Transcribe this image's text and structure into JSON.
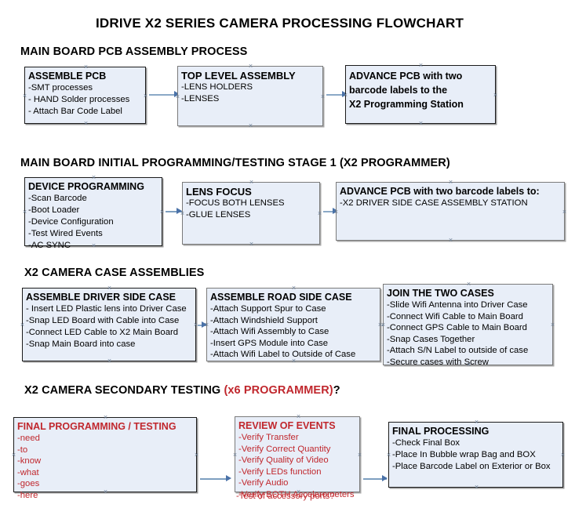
{
  "document": {
    "title": "IDRIVE X2  SERIES CAMERA PROCESSING FLOWCHART",
    "accent_red": "#c0272d",
    "box_fill": "#e8eef8",
    "connector_color": "#8ba9c7"
  },
  "sections": [
    {
      "id": "main-board-pcb-assembly-process",
      "heading": "MAIN BOARD PCB ASSEMBLY PROCESS",
      "heading_suffix": "",
      "boxes": [
        {
          "id": "assemble-pcb",
          "title": "ASSEMBLE PCB",
          "lines": [
            "-SMT processes",
            "- HAND Solder processes",
            "- Attach Bar Code Label"
          ]
        },
        {
          "id": "top-level-assembly",
          "title": "TOP LEVEL ASSEMBLY",
          "lines": [
            "-LENS HOLDERS",
            "-LENSES"
          ]
        },
        {
          "id": "advance-pcb-x2-programming-station",
          "title": "",
          "head_lines": [
            "ADVANCE PCB with two",
            "barcode labels to the",
            " X2 Programming Station"
          ],
          "lines": []
        }
      ]
    },
    {
      "id": "main-board-initial-programming-testing-stage-1",
      "heading": "MAIN BOARD INITIAL PROGRAMMING/TESTING STAGE 1 (X2 PROGRAMMER)",
      "boxes": [
        {
          "id": "device-programming",
          "title": "DEVICE PROGRAMMING",
          "lines": [
            "-Scan Barcode",
            "-Boot Loader",
            "-Device Configuration",
            "-Test Wired Events",
            "-AC SYNC"
          ]
        },
        {
          "id": "lens-focus",
          "title": "LENS FOCUS",
          "lines": [
            "-FOCUS BOTH LENSES",
            "-GLUE LENSES"
          ]
        },
        {
          "id": "advance-pcb-driver-side-case",
          "title": "ADVANCE PCB with two barcode labels to:",
          "lines": [
            "-X2 DRIVER  SIDE  CASE  ASSEMBLY STATION"
          ]
        }
      ]
    },
    {
      "id": "x2-camera-case-assemblies",
      "heading": "X2 CAMERA CASE ASSEMBLIES",
      "boxes": [
        {
          "id": "assemble-driver-side-case",
          "title": "ASSEMBLE DRIVER SIDE CASE",
          "lines": [
            "- Insert LED Plastic lens into Driver Case",
            "-Snap LED Board with Cable into Case",
            "-Connect LED Cable to X2 Main Board",
            "-Snap Main Board into case"
          ]
        },
        {
          "id": "assemble-road-side-case",
          "title": "ASSEMBLE ROAD SIDE CASE",
          "lines": [
            "-Attach Support Spur to Case",
            "-Attach Windshield Support",
            "-Attach Wifi Assembly to Case",
            "-Insert GPS Module into Case",
            "-Attach Wifi Label to Outside of Case"
          ]
        },
        {
          "id": "join-the-two-cases",
          "title": "JOIN THE TWO CASES",
          "lines": [
            "-Slide Wifi Antenna into Driver Case",
            "-Connect Wifi Cable to Main Board",
            "-Connect GPS Cable to Main Board",
            "-Snap Cases Together",
            "-Attach S/N Label to outside of case",
            "-Secure cases with Screw"
          ]
        }
      ]
    },
    {
      "id": "x2-camera-secondary-testing",
      "heading": "X2 CAMERA SECONDARY TESTING ",
      "heading_red": "(x6 PROGRAMMER)",
      "heading_tail": "?",
      "boxes": [
        {
          "id": "final-programming-testing",
          "title": "FINAL PROGRAMMING / TESTING",
          "red": true,
          "lines": [
            "-need",
            "-to",
            "-know",
            "-what",
            "-goes",
            "-here"
          ]
        },
        {
          "id": "review-of-events",
          "title": "REVIEW OF EVENTS",
          "red": true,
          "lines": [
            "-Verify Transfer",
            "-Verify Correct Quantity",
            "-Verify Quality of Video",
            "-Verify LEDs function",
            "-Verify Audio",
            "-Verify BOTH Accelerometers"
          ],
          "overflow_line": "-Test of accessory ports?"
        },
        {
          "id": "final-processing",
          "title": "FINAL PROCESSING",
          "lines": [
            "-Check Final Box",
            "-Place In Bubble wrap Bag and BOX",
            "-Place Barcode Label on Exterior or Box"
          ]
        }
      ]
    }
  ],
  "connectors": [
    {
      "id": "assemble-pcb-to-top-level-assembly"
    },
    {
      "id": "top-level-assembly-to-advance-pcb"
    },
    {
      "id": "device-programming-to-lens-focus"
    },
    {
      "id": "lens-focus-to-advance-pcb"
    },
    {
      "id": "driver-side-to-road-side"
    },
    {
      "id": "road-side-to-join-cases"
    },
    {
      "id": "final-programming-to-review-of-events"
    },
    {
      "id": "review-of-events-to-final-processing"
    }
  ]
}
